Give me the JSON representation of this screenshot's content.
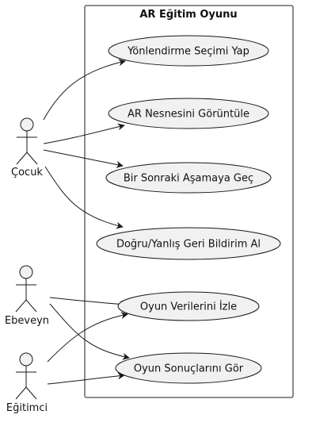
{
  "colors": {
    "use_case_fill": "#f1f1f1",
    "stroke": "#181818",
    "actor_fill": "#f1f1f1",
    "background": "#ffffff"
  },
  "system": {
    "title": "AR Eğitim Oyunu"
  },
  "actors": [
    {
      "id": "cocuk",
      "label": "Çocuk"
    },
    {
      "id": "ebeveyn",
      "label": "Ebeveyn"
    },
    {
      "id": "egitimci",
      "label": "Eğitimci"
    }
  ],
  "use_cases": [
    {
      "id": "yonlendirme",
      "label": "Yönlendirme Seçimi Yap"
    },
    {
      "id": "ar_nesnesi",
      "label": "AR Nesnesini Görüntüle"
    },
    {
      "id": "sonraki_asama",
      "label": "Bir Sonraki Aşamaya Geç"
    },
    {
      "id": "geri_bildirim",
      "label": "Doğru/Yanlış Geri Bildirim Al"
    },
    {
      "id": "oyun_verileri",
      "label": "Oyun Verilerini İzle"
    },
    {
      "id": "oyun_sonuclari",
      "label": "Oyun Sonuçlarını Gör"
    }
  ],
  "associations": [
    {
      "from": "cocuk",
      "to": "yonlendirme"
    },
    {
      "from": "cocuk",
      "to": "ar_nesnesi"
    },
    {
      "from": "cocuk",
      "to": "sonraki_asama"
    },
    {
      "from": "cocuk",
      "to": "geri_bildirim"
    },
    {
      "from": "ebeveyn",
      "to": "oyun_verileri"
    },
    {
      "from": "ebeveyn",
      "to": "oyun_sonuclari"
    },
    {
      "from": "egitimci",
      "to": "oyun_verileri"
    },
    {
      "from": "egitimci",
      "to": "oyun_sonuclari"
    }
  ]
}
